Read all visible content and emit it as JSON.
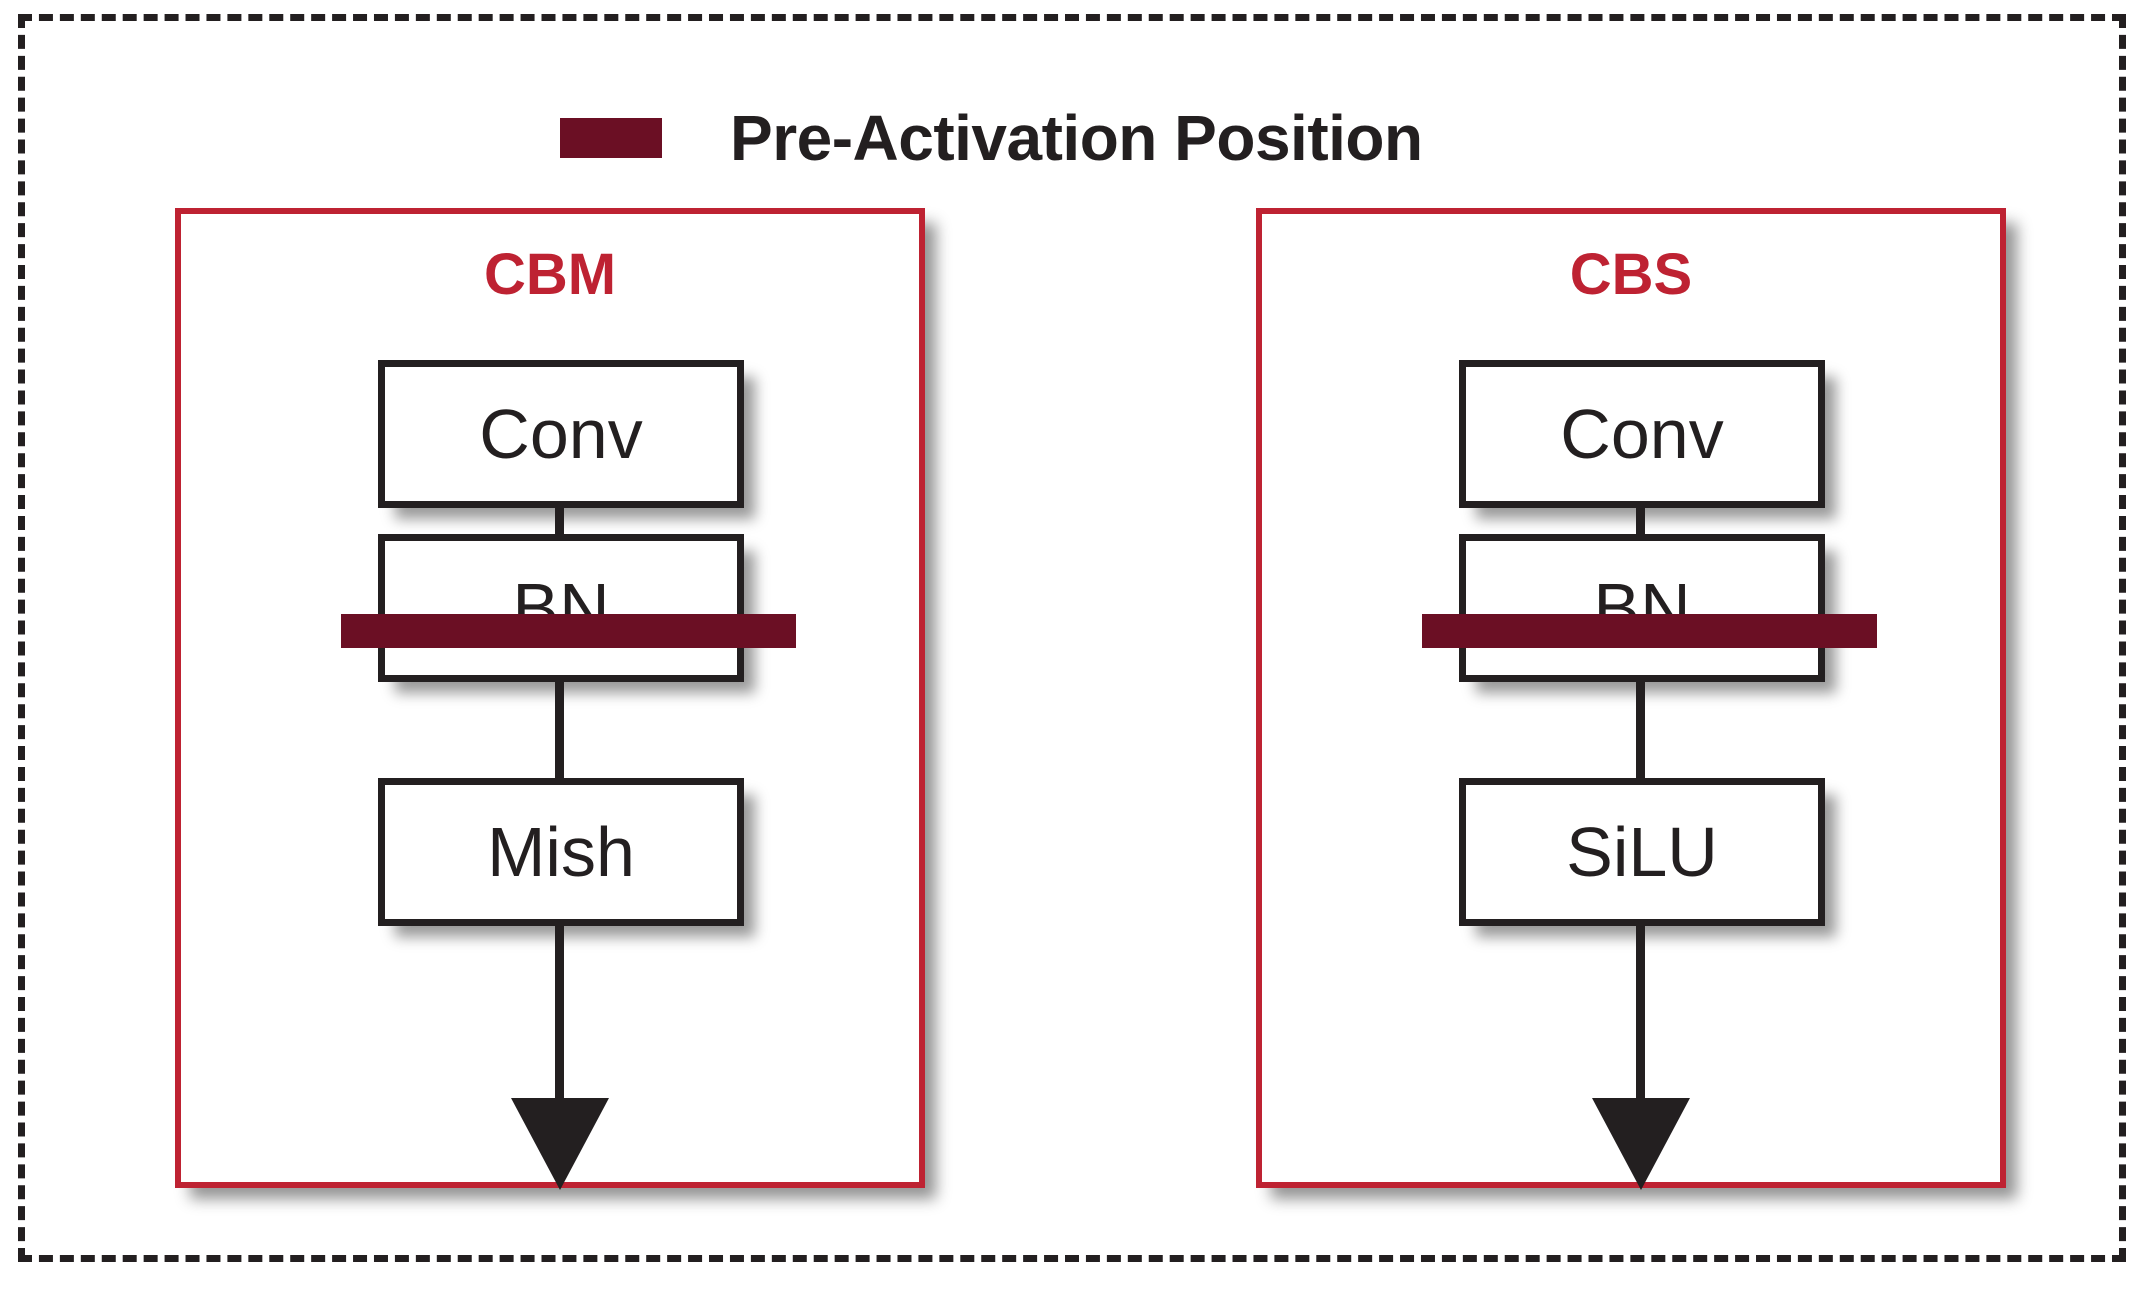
{
  "figure": {
    "legend": {
      "swatch_color": "#6b0f24",
      "label": "Pre-Activation Position"
    },
    "frame": {
      "style": "dashed",
      "color": "#231f20"
    },
    "accent_colors": {
      "group_border": "#be2232",
      "group_title": "#be2232",
      "preactivation_bar": "#6b0f24",
      "node_border": "#231f20",
      "node_text": "#231f20"
    },
    "groups": [
      {
        "id": "cbm",
        "title": "CBM",
        "nodes": [
          {
            "label": "Conv"
          },
          {
            "label": "BN"
          },
          {
            "label": "Mish"
          }
        ],
        "preactivation_bar_after": "BN",
        "output_arrow": true
      },
      {
        "id": "cbs",
        "title": "CBS",
        "nodes": [
          {
            "label": "Conv"
          },
          {
            "label": "BN"
          },
          {
            "label": "SiLU"
          }
        ],
        "preactivation_bar_after": "BN",
        "output_arrow": true
      }
    ]
  }
}
